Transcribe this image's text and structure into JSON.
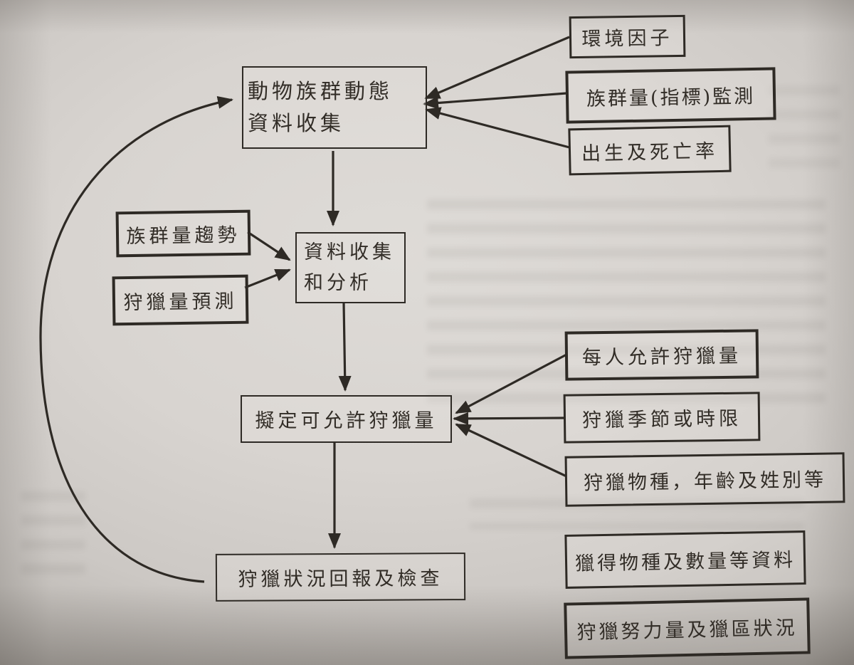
{
  "figure": {
    "type": "flowchart",
    "language": "zh-TW",
    "ink_color": "#2e2a25",
    "paper_color": "#d8d4d0"
  },
  "nodes": {
    "animal_population": {
      "lines": [
        "動物族群動態",
        "資料收集"
      ]
    },
    "env_factor": {
      "label": "環境因子"
    },
    "population_monitoring": {
      "label": "族群量(指標)監測"
    },
    "birth_death": {
      "label": "出生及死亡率"
    },
    "population_trend": {
      "label": "族群量趨勢"
    },
    "harvest_prediction": {
      "label": "狩獵量預測"
    },
    "data_analysis": {
      "lines": [
        "資料收集",
        "和分析"
      ]
    },
    "allowable_harvest": {
      "label": "擬定可允許狩獵量"
    },
    "per_person_quota": {
      "label": "每人允許狩獵量"
    },
    "season_limit": {
      "label": "狩獵季節或時限"
    },
    "species_age_sex": {
      "label": "狩獵物種，年齡及姓別等"
    },
    "report_inspection": {
      "label": "狩獵狀況回報及檢查"
    },
    "caught_species_data": {
      "label": "獵得物種及數量等資料"
    },
    "hunting_effort": {
      "label": "狩獵努力量及獵區狀況"
    }
  },
  "edges": [
    {
      "from": "env_factor",
      "to": "animal_population"
    },
    {
      "from": "population_monitoring",
      "to": "animal_population"
    },
    {
      "from": "birth_death",
      "to": "animal_population"
    },
    {
      "from": "animal_population",
      "to": "data_analysis"
    },
    {
      "from": "population_trend",
      "to": "data_analysis"
    },
    {
      "from": "harvest_prediction",
      "to": "data_analysis"
    },
    {
      "from": "data_analysis",
      "to": "allowable_harvest"
    },
    {
      "from": "per_person_quota",
      "to": "allowable_harvest"
    },
    {
      "from": "season_limit",
      "to": "allowable_harvest"
    },
    {
      "from": "species_age_sex",
      "to": "allowable_harvest"
    },
    {
      "from": "allowable_harvest",
      "to": "report_inspection"
    },
    {
      "from": "report_inspection",
      "to": "animal_population",
      "style": "curved-feedback"
    }
  ]
}
